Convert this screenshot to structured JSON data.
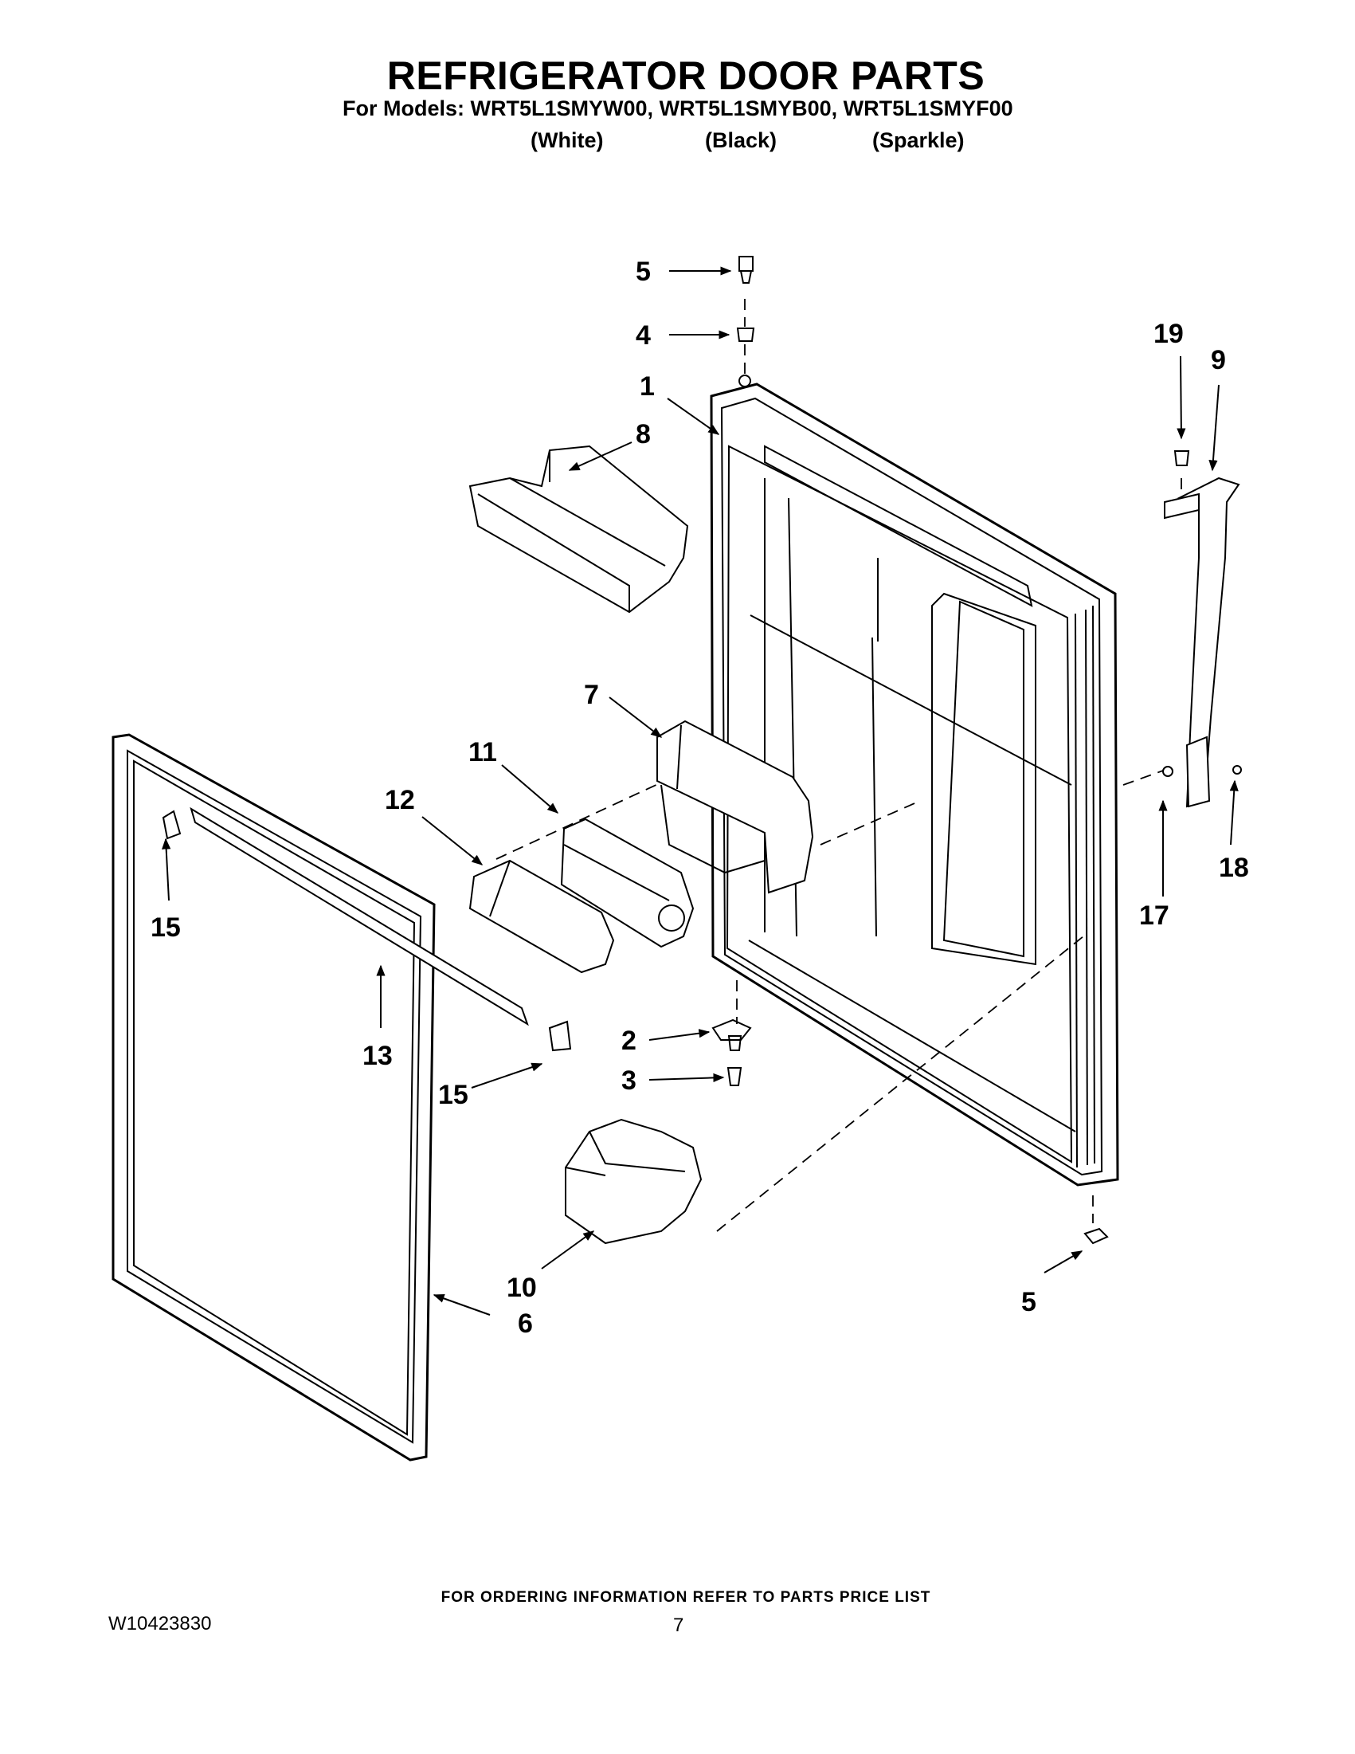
{
  "title": "REFRIGERATOR DOOR PARTS",
  "models_prefix": "For Models:",
  "models": [
    "WRT5L1SMYW00,",
    "WRT5L1SMYB00,",
    "WRT5L1SMYF00"
  ],
  "colors": [
    "(White)",
    "(Black)",
    "(Sparkle)"
  ],
  "callouts": {
    "c1": "1",
    "c2": "2",
    "c3": "3",
    "c4": "4",
    "c5_top": "5",
    "c5_bottom": "5",
    "c6": "6",
    "c7": "7",
    "c8": "8",
    "c9": "9",
    "c10": "10",
    "c11": "11",
    "c12": "12",
    "c13": "13",
    "c15_upper": "15",
    "c15_lower": "15",
    "c17": "17",
    "c18": "18",
    "c19": "19"
  },
  "footer": "FOR ORDERING INFORMATION REFER TO PARTS PRICE LIST",
  "doc_number": "W10423830",
  "page_number": "7"
}
